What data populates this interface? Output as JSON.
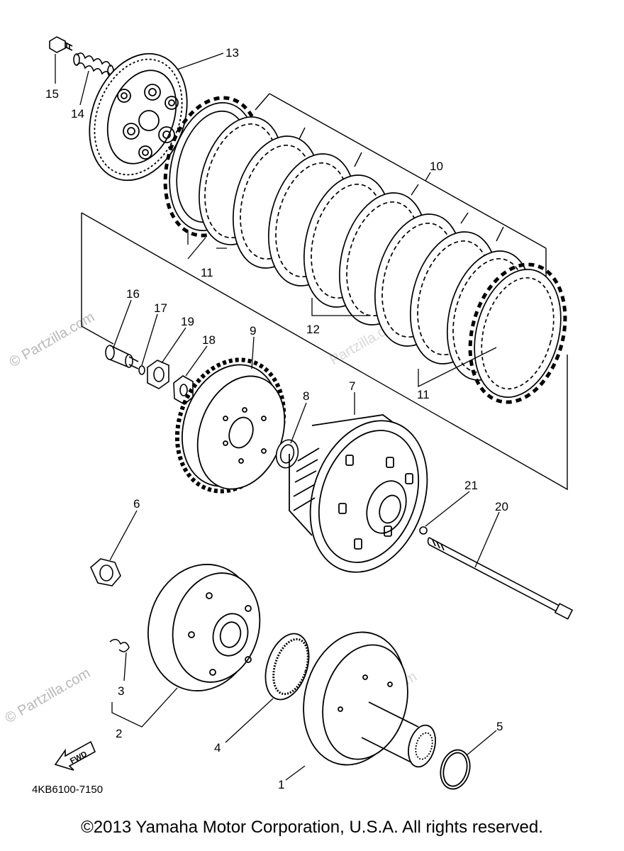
{
  "callouts": {
    "p1": "1",
    "p2": "2",
    "p3": "3",
    "p4": "4",
    "p5": "5",
    "p6": "6",
    "p7": "7",
    "p8": "8",
    "p9": "9",
    "p10": "10",
    "p11a": "11",
    "p11b": "11",
    "p11c": "11",
    "p12": "12",
    "p13": "13",
    "p14": "14",
    "p15": "15",
    "p16": "16",
    "p17": "17",
    "p18": "18",
    "p19": "19",
    "p20": "20",
    "p21": "21"
  },
  "fwd_label": "FWD",
  "diagram_code": "4KB6100-7150",
  "watermarks": {
    "w1": "© Partzilla.com",
    "w2": "Partzilla.com",
    "w3": "© Partzilla.com",
    "w4": "Partzilla.com"
  },
  "copyright": "©2013 Yamaha Motor Corporation, U.S.A. All rights reserved."
}
